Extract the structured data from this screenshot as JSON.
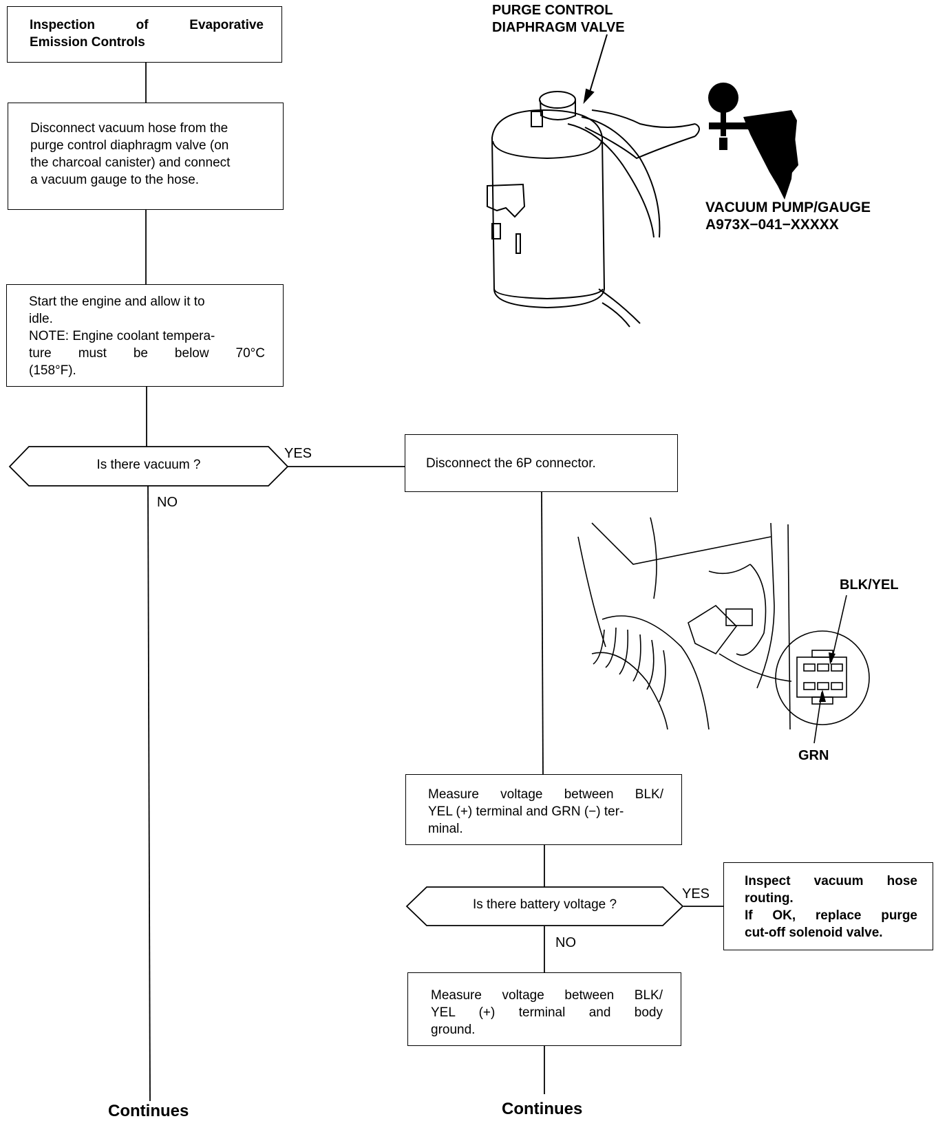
{
  "flowchart": {
    "title_box": [
      "Inspection of Evaporative",
      "Emission Controls"
    ],
    "step1": [
      "Disconnect vacuum hose from the",
      "purge control diaphragm valve (on",
      "the charcoal canister) and connect",
      "a vacuum gauge to the hose."
    ],
    "step2": [
      "Start the engine and allow it to",
      "idle.",
      "NOTE: Engine coolant tempera-",
      "ture must be below 70°C",
      "(158°F)."
    ],
    "decision1": "Is there vacuum ?",
    "decision1_yes": "YES",
    "decision1_no": "NO",
    "step3": "Disconnect the 6P connector.",
    "step4": [
      "Measure voltage between BLK/",
      "YEL (+) terminal and GRN (−) ter-",
      "minal."
    ],
    "decision2": "Is there battery voltage ?",
    "decision2_yes": "YES",
    "decision2_no": "NO",
    "result_box": [
      "Inspect vacuum hose",
      "routing.",
      "If OK, replace purge",
      "cut-off solenoid valve."
    ],
    "step5": [
      "Measure voltage between BLK/",
      "YEL (+) terminal and body",
      "ground."
    ],
    "continues_left": "Continues",
    "continues_right": "Continues"
  },
  "illustrations": {
    "canister_label": [
      "PURGE CONTROL",
      "DIAPHRAGM VALVE"
    ],
    "pump_label": [
      "VACUUM PUMP/GAUGE",
      "A973X−041−XXXXX"
    ],
    "connector_label_top": "BLK/YEL",
    "connector_label_bottom": "GRN"
  }
}
